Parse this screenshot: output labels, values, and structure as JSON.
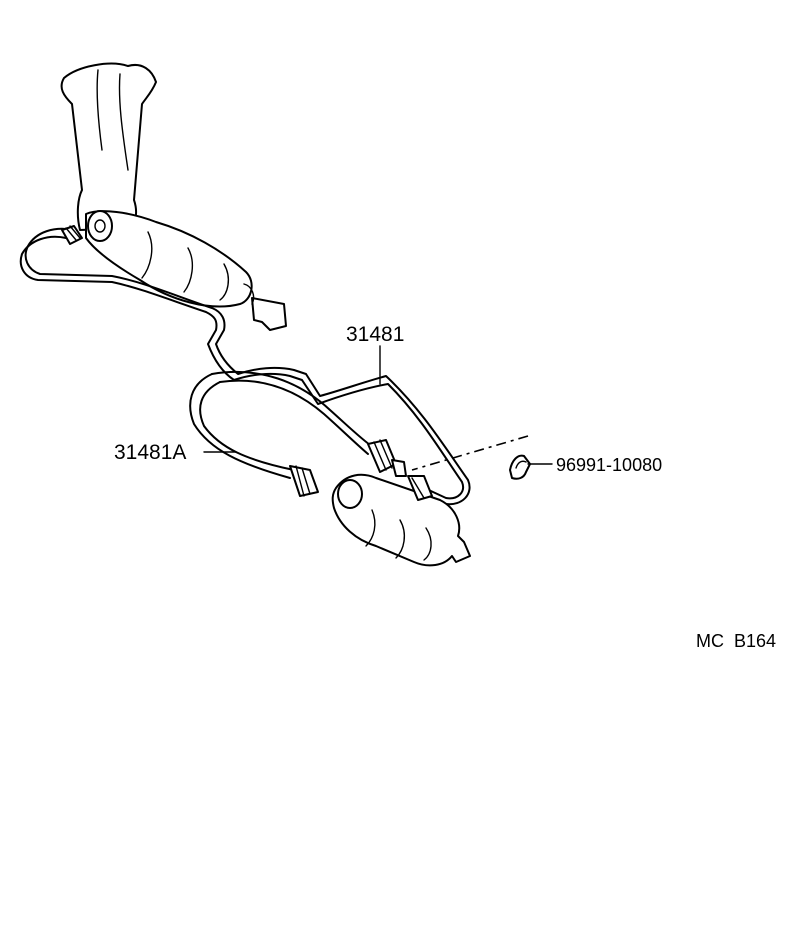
{
  "labels": {
    "pipe": "31481",
    "hose": "31481A",
    "clip": "96991-10080"
  },
  "drawing_code": {
    "prefix": "MC",
    "number": "B164"
  }
}
